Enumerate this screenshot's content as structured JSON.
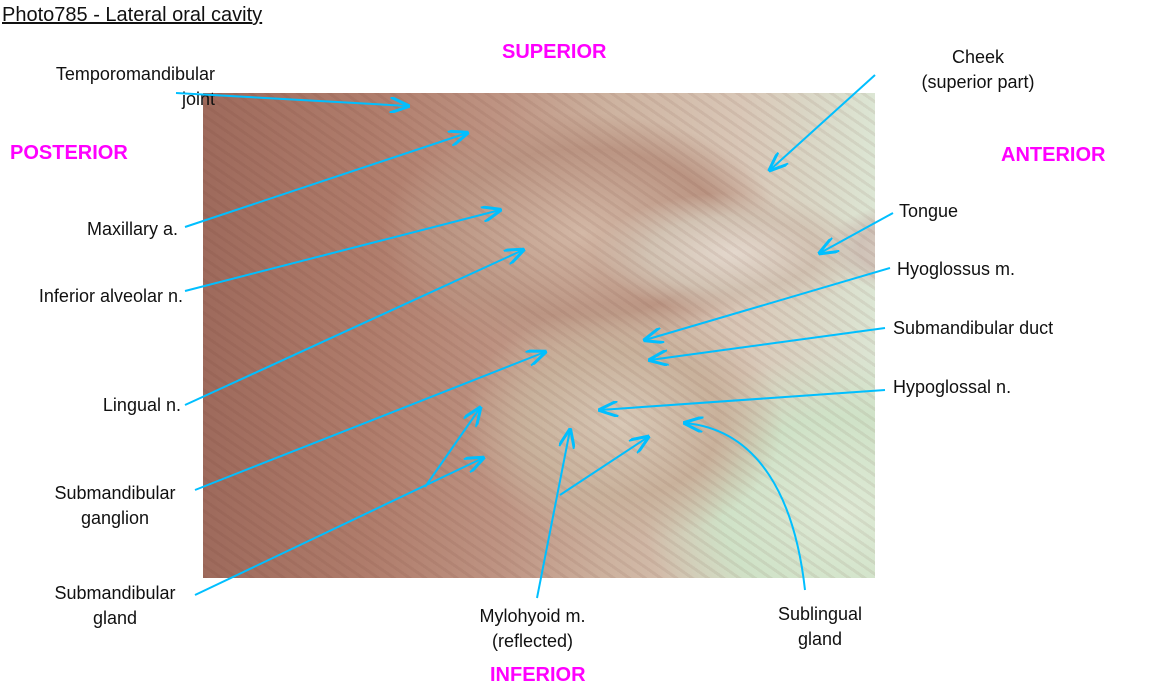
{
  "title": "Photo785 - Lateral oral cavity",
  "directions": {
    "superior": "SUPERIOR",
    "inferior": "INFERIOR",
    "posterior": "POSTERIOR",
    "anterior": "ANTERIOR"
  },
  "labels": {
    "tmj": [
      "Temporomandibular",
      "joint"
    ],
    "cheek": [
      "Cheek",
      "(superior part)"
    ],
    "maxillary": "Maxillary a.",
    "inferior_alveolar": "Inferior alveolar n.",
    "tongue": "Tongue",
    "hyoglossus": "Hyoglossus m.",
    "submandibular_duct": "Submandibular duct",
    "lingual": "Lingual n.",
    "hypoglossal": "Hypoglossal n.",
    "submandibular_ganglion": [
      "Submandibular",
      "ganglion"
    ],
    "submandibular_gland": [
      "Submandibular",
      "gland"
    ],
    "mylohyoid": [
      "Mylohyoid m.",
      "(reflected)"
    ],
    "sublingual": [
      "Sublingual",
      "gland"
    ]
  },
  "colors": {
    "arrow": "#00bfff",
    "direction": "#ff00ff"
  }
}
